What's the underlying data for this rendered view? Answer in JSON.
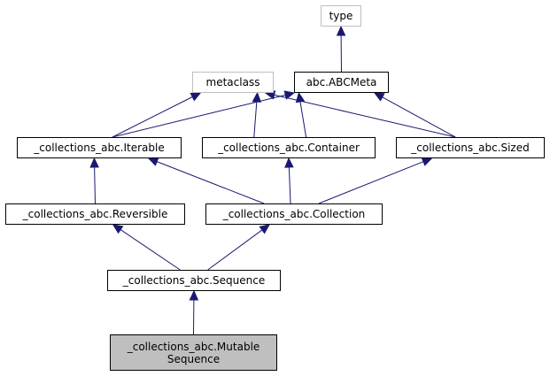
{
  "diagram": {
    "edge_color": "#191970",
    "nodes": {
      "type": {
        "label": "type"
      },
      "metaclass": {
        "label": "metaclass"
      },
      "abcmeta": {
        "label": "abc.ABCMeta"
      },
      "iterable": {
        "label": "_collections_abc.Iterable"
      },
      "container": {
        "label": "_collections_abc.Container"
      },
      "sized": {
        "label": "_collections_abc.Sized"
      },
      "reversible": {
        "label": "_collections_abc.Reversible"
      },
      "collection": {
        "label": "_collections_abc.Collection"
      },
      "sequence": {
        "label": "_collections_abc.Sequence"
      },
      "mutable": {
        "line1": "_collections_abc.Mutable",
        "line2": "Sequence"
      }
    },
    "edges": [
      {
        "from": "abcmeta",
        "to": "type"
      },
      {
        "from": "iterable",
        "to": "metaclass"
      },
      {
        "from": "iterable",
        "to": "abcmeta"
      },
      {
        "from": "container",
        "to": "metaclass"
      },
      {
        "from": "container",
        "to": "abcmeta"
      },
      {
        "from": "sized",
        "to": "metaclass"
      },
      {
        "from": "sized",
        "to": "abcmeta"
      },
      {
        "from": "reversible",
        "to": "iterable"
      },
      {
        "from": "collection",
        "to": "iterable"
      },
      {
        "from": "collection",
        "to": "container"
      },
      {
        "from": "collection",
        "to": "sized"
      },
      {
        "from": "sequence",
        "to": "reversible"
      },
      {
        "from": "sequence",
        "to": "collection"
      },
      {
        "from": "mutable",
        "to": "sequence"
      }
    ]
  }
}
